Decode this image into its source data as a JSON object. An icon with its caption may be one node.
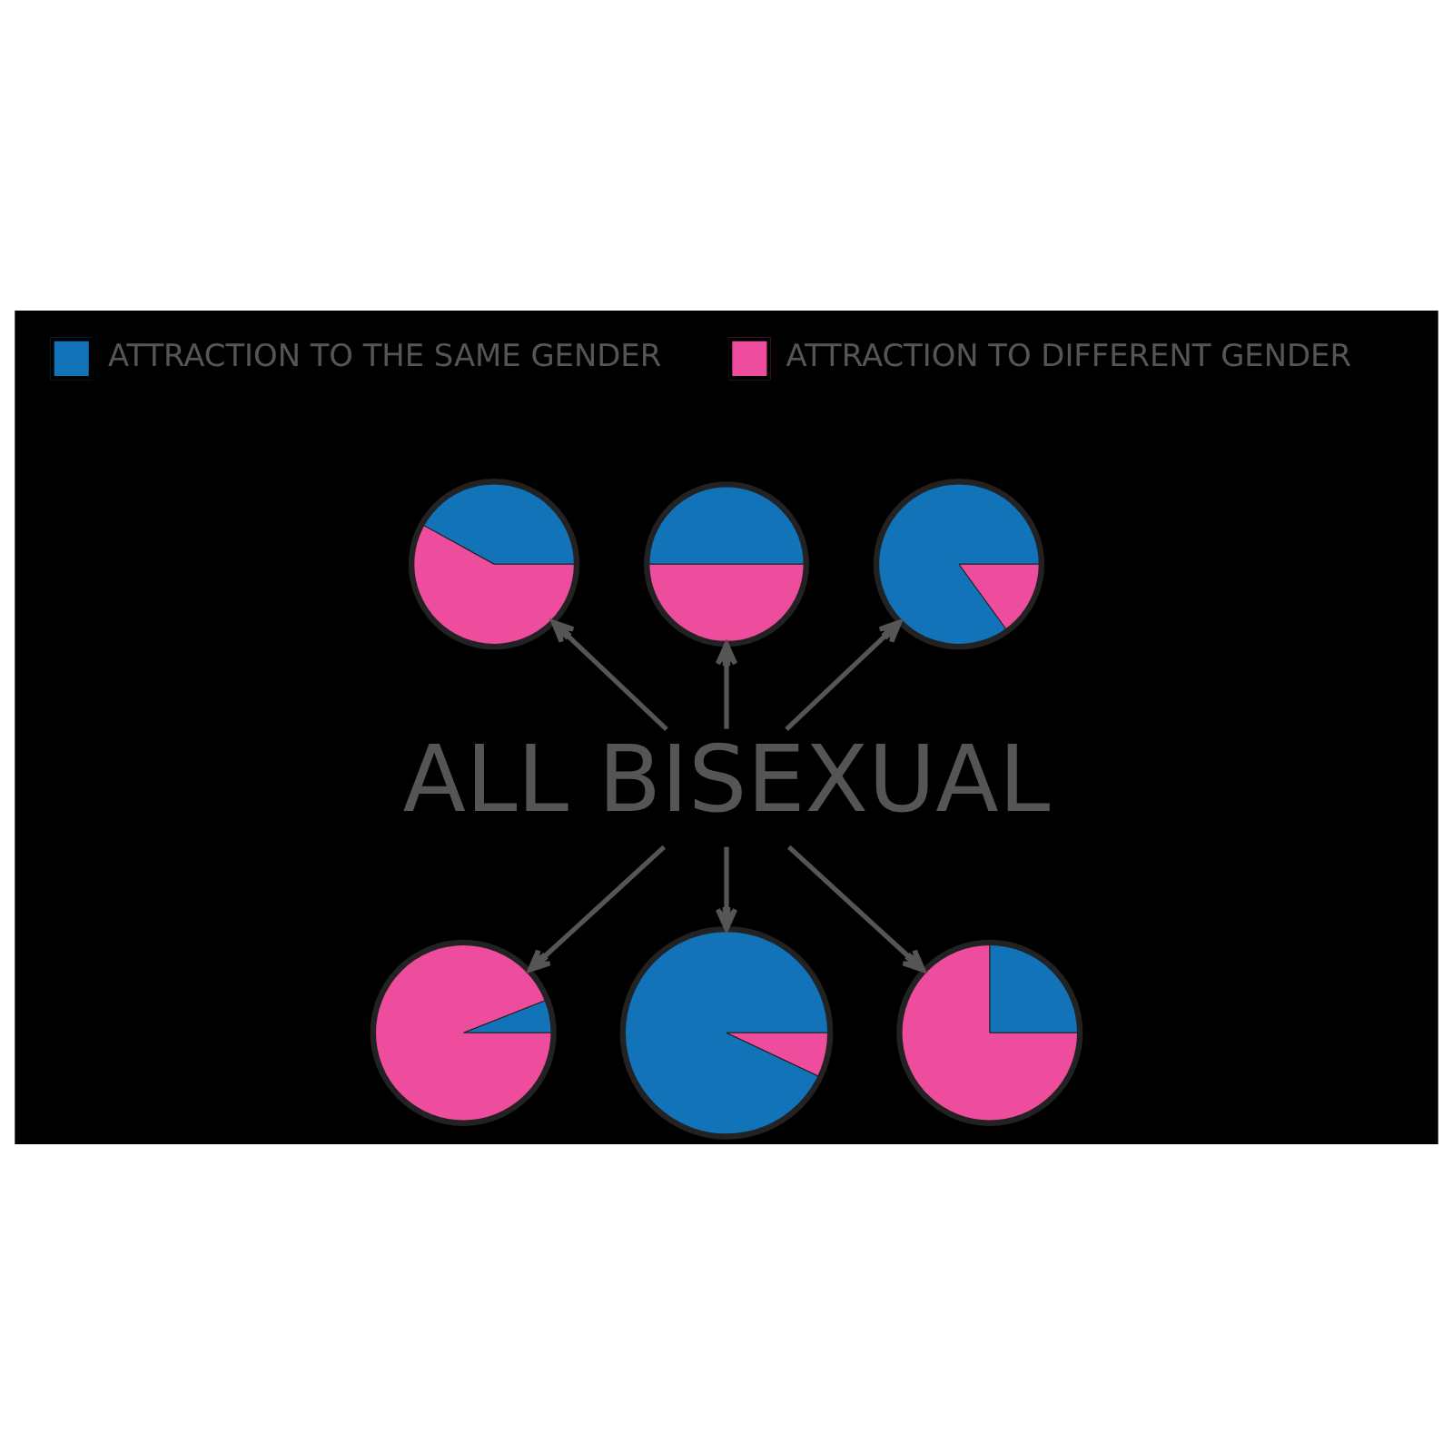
{
  "diagram": {
    "nodes": [
      {
        "text": [],
        "shape": "circle"
      },
      {
        "text": [],
        "shape": "circle"
      },
      {
        "text": [],
        "shape": "circle"
      },
      {
        "text": [
          "ALL BISEXUAL"
        ]
      },
      {
        "text": [],
        "shape": "circle"
      },
      {
        "text": [],
        "shape": "circle"
      },
      {
        "text": [],
        "shape": "circle"
      }
    ],
    "edges": [
      {
        "from": 3,
        "to": 0,
        "arrow": "to"
      },
      {
        "from": 3,
        "to": 1,
        "arrow": "to"
      },
      {
        "from": 3,
        "to": 2,
        "arrow": "to"
      },
      {
        "from": 3,
        "to": 4,
        "arrow": "to"
      },
      {
        "from": 3,
        "to": 5,
        "arrow": "to"
      },
      {
        "from": 3,
        "to": 6,
        "arrow": "to"
      }
    ],
    "legend": [
      {
        "text": "ATTRACTION TO THE SAME GENDER",
        "color": "#1273b9"
      },
      {
        "text": "ATTRACTION TO DIFFERENT GENDER",
        "color": "#ee4c9d"
      }
    ]
  }
}
